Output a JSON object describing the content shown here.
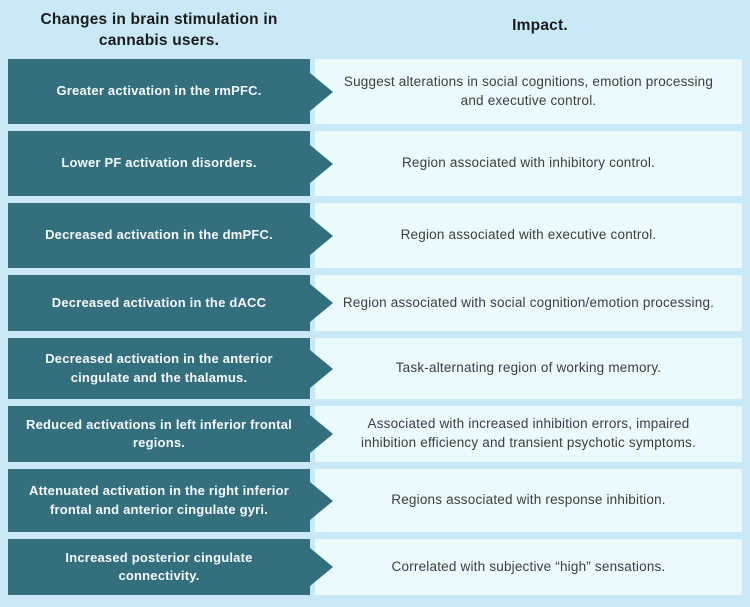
{
  "page": {
    "background_color": "#c9e9f7",
    "panel_color": "#eafafd",
    "accent_color": "#346f7e"
  },
  "header": {
    "left_title": "Changes in brain stimulation in cannabis users.",
    "right_title": "Impact."
  },
  "rows": [
    {
      "change": "Greater activation in the rmPFC.",
      "impact": "Suggest alterations in social cognitions, emotion processing and executive control."
    },
    {
      "change": "Lower PF activation disorders.",
      "impact": "Region associated with inhibitory control."
    },
    {
      "change": "Decreased activation in the dmPFC.",
      "impact": "Region associated with executive control."
    },
    {
      "change": "Decreased activation in the dACC",
      "impact": "Region associated with social cognition/emotion processing."
    },
    {
      "change": "Decreased activation in the anterior cingulate and the thalamus.",
      "impact": "Task-alternating region of working memory."
    },
    {
      "change": "Reduced activations in left inferior frontal regions.",
      "impact": "Associated with increased inhibition errors, impaired inhibition efficiency and transient psychotic symptoms."
    },
    {
      "change": "Attenuated activation in the right inferior frontal and anterior cingulate gyri.",
      "impact": "Regions associated with response inhibition."
    },
    {
      "change": "Increased posterior cingulate connectivity.",
      "impact": "Correlated with subjective “high” sensations."
    }
  ]
}
